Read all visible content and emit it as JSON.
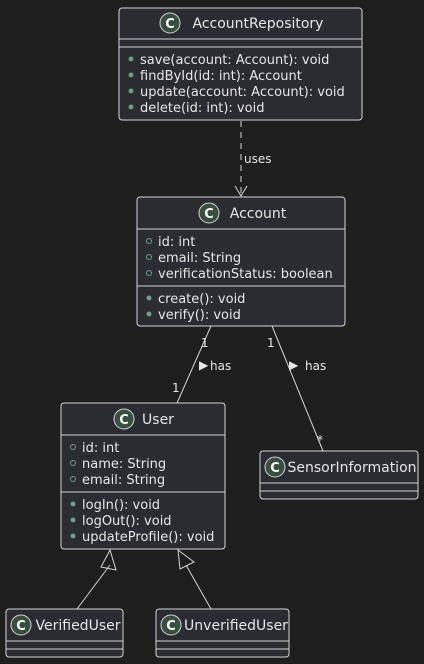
{
  "classes": {
    "account_repository": {
      "name": "AccountRepository",
      "icon": "class-icon",
      "icon_letter": "C",
      "methods": [
        "save(account: Account): void",
        "findById(id: int): Account",
        "update(account: Account): void",
        "delete(id: int): void"
      ]
    },
    "account": {
      "name": "Account",
      "icon": "class-icon",
      "icon_letter": "C",
      "fields": [
        "id: int",
        "email: String",
        "verificationStatus: boolean"
      ],
      "methods": [
        "create(): void",
        "verify(): void"
      ]
    },
    "user": {
      "name": "User",
      "icon": "class-icon",
      "icon_letter": "C",
      "fields": [
        "id: int",
        "name: String",
        "email: String"
      ],
      "methods": [
        "logIn(): void",
        "logOut(): void",
        "updateProfile(): void"
      ]
    },
    "sensor_information": {
      "name": "SensorInformation",
      "icon": "class-icon",
      "icon_letter": "C"
    },
    "verified_user": {
      "name": "VerifiedUser",
      "icon": "class-icon",
      "icon_letter": "C"
    },
    "unverified_user": {
      "name": "UnverifiedUser",
      "icon": "class-icon",
      "icon_letter": "C"
    }
  },
  "relations": {
    "repo_account": {
      "label": "uses"
    },
    "account_user": {
      "label": "has",
      "arrow": "▶",
      "source_multiplicity": "1",
      "target_multiplicity": "1"
    },
    "account_sensor": {
      "label": "has",
      "arrow": "▶",
      "source_multiplicity": "1",
      "target_multiplicity": "*"
    }
  },
  "colors": {
    "background": "#1e1e1e",
    "box_fill": "#2b2c31",
    "border": "#d5d5d5",
    "text": "#e6e6e6",
    "class_icon_fill": "#364f3f",
    "member_dot": "#6aa084"
  }
}
